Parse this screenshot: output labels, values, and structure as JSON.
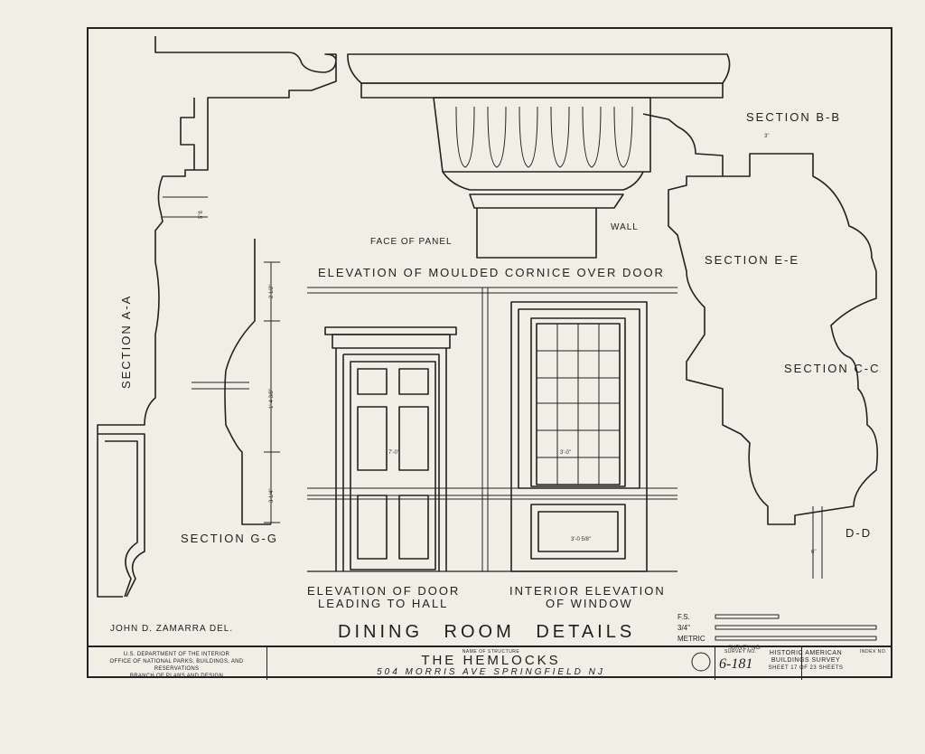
{
  "sheet": {
    "title": "DINING ROOM DETAILS",
    "delineator": "JOHN D. ZAMARRA  DEL.",
    "labels": {
      "section_aa": "SECTION  A-A",
      "section_bb": "SECTION  B-B",
      "section_ee": "SECTION  E-E",
      "section_cc": "SECTION  C-C",
      "section_dd": "D-D",
      "section_gg": "SECTION  G-G",
      "face_of_panel": "FACE OF PANEL",
      "wall": "WALL",
      "cornice_elev": "ELEVATION OF MOULDED CORNICE OVER DOOR",
      "door_elev_1": "ELEVATION OF DOOR",
      "door_elev_2": "LEADING TO HALL",
      "window_elev_1": "INTERIOR ELEVATION",
      "window_elev_2": "OF WINDOW"
    },
    "scale": {
      "fs": "F.S.",
      "three_quarter": "3/4\"",
      "metric": "METRIC"
    }
  },
  "title_block": {
    "agency_line1": "U.S. DEPARTMENT OF THE INTERIOR",
    "agency_line2": "OFFICE OF NATIONAL PARKS, BUILDINGS, AND RESERVATIONS",
    "agency_line3": "BRANCH OF PLANS AND DESIGN",
    "name_caption": "NAME OF STRUCTURE",
    "structure_name": "THE  HEMLOCKS",
    "address": "504 MORRIS AVE   SPRINGFIELD  NJ",
    "survey_caption": "SURVEY NO.",
    "survey_no": "6-181",
    "habs_line1": "HISTORIC AMERICAN",
    "habs_line2": "BUILDINGS SURVEY",
    "sheet_of": "SHEET 17 OF 23 SHEETS",
    "index_caption": "INDEX NO."
  }
}
